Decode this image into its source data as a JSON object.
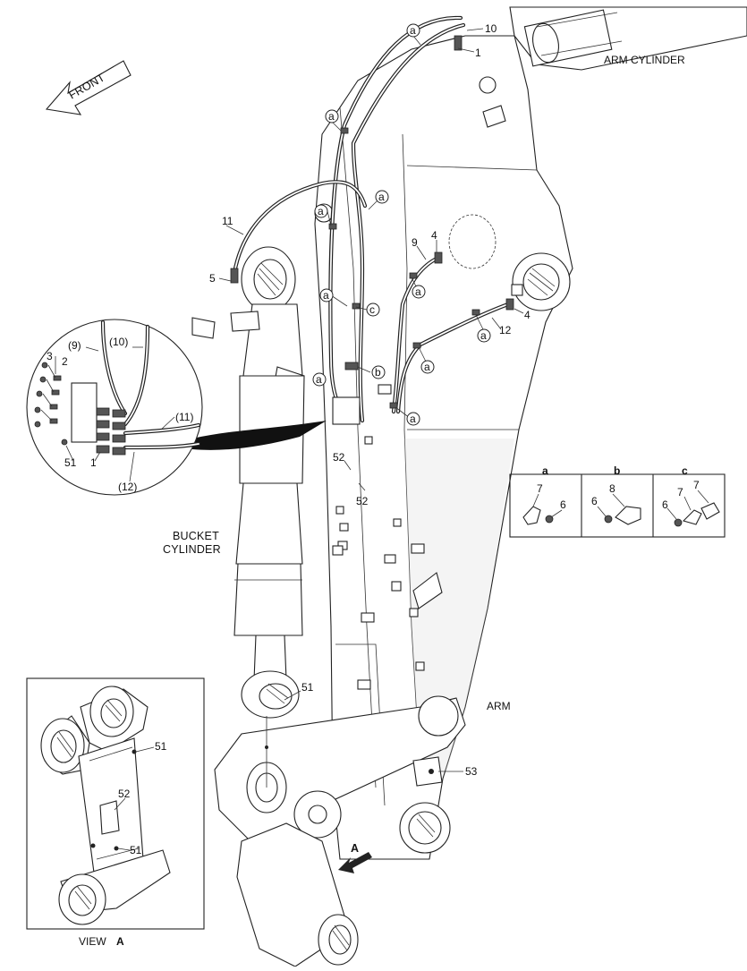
{
  "labels": {
    "front": "FRONT",
    "arm_cylinder": "ARM CYLINDER",
    "bucket_cylinder_l1": "BUCKET",
    "bucket_cylinder_l2": "CYLINDER",
    "arm": "ARM",
    "view_a_prefix": "VIEW",
    "view_a_letter": "A",
    "arrow_a": "A"
  },
  "callouts": {
    "p1": "1",
    "p2": "2",
    "p3": "3",
    "p4": "4",
    "p5": "5",
    "p6": "6",
    "p7": "7",
    "p8": "8",
    "p9": "9",
    "p10": "10",
    "p11": "11",
    "p12": "12",
    "p51": "51",
    "p52": "52",
    "p53": "53",
    "p9p": "(9)",
    "p10p": "(10)",
    "p11p": "(11)",
    "p12p": "(12)"
  },
  "clip_letters": {
    "a": "a",
    "b": "b",
    "c": "c"
  },
  "detail_panels": [
    {
      "letter": "a",
      "parts": [
        "7",
        "6"
      ]
    },
    {
      "letter": "b",
      "parts": [
        "6",
        "8"
      ]
    },
    {
      "letter": "c",
      "parts": [
        "6",
        "7",
        "7"
      ]
    }
  ]
}
